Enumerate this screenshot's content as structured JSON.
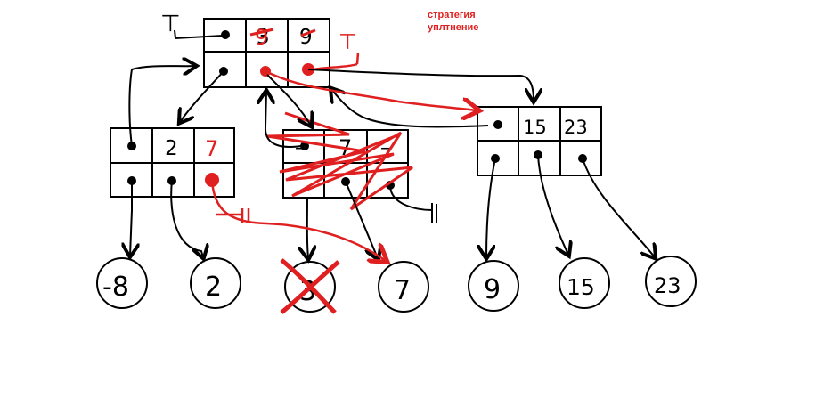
{
  "note": {
    "line1": "стратегия",
    "line2": "уплтнение"
  },
  "root_node": {
    "keys": [
      "9",
      "9"
    ],
    "old_keys": [
      "3",
      "9"
    ],
    "top_left_mark": "⊤",
    "right_mark": "⊤"
  },
  "left_node": {
    "keys": [
      "2",
      "7"
    ]
  },
  "middle_node": {
    "keys": [
      "–",
      "7",
      "–"
    ]
  },
  "right_node": {
    "keys": [
      "15",
      "23"
    ]
  },
  "leaves": [
    "-8",
    "2",
    "3",
    "7",
    "9",
    "15",
    "23"
  ],
  "colors": {
    "ink": "#000000",
    "correction": "#e02020"
  }
}
